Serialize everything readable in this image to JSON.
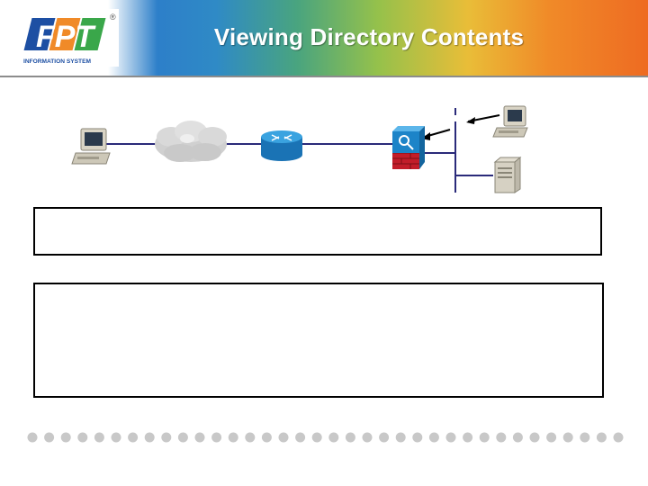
{
  "header": {
    "title": "Viewing Directory Contents",
    "logo_text": "FPT",
    "logo_subtext": "INFORMATION SYSTEM",
    "logo_mark": "®"
  },
  "diagram": {
    "nodes": [
      "workstation-icon",
      "cloud-icon",
      "router-icon",
      "firewall-icon",
      "workstation-icon",
      "server-icon"
    ]
  },
  "colors": {
    "link": "#2a2a7a",
    "router": "#1e8fd0",
    "firewall_blue": "#1c84c8",
    "firewall_red": "#c21d2a",
    "dot": "#c8c8c8"
  },
  "text_boxes": [
    "",
    ""
  ]
}
